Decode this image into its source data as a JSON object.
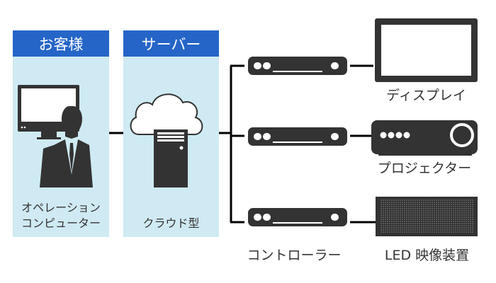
{
  "diagram": {
    "customer_panel": {
      "header": "お客様",
      "caption_line1": "オペレーション",
      "caption_line2": "コンピューター",
      "icon": "person-with-monitor-icon"
    },
    "server_panel": {
      "header": "サーバー",
      "caption": "クラウド型",
      "icon": "cloud-server-icon"
    },
    "controllers": {
      "label": "コントローラー",
      "count": 3,
      "icon": "controller-box-icon"
    },
    "outputs": [
      {
        "label": "ディスプレイ",
        "icon": "display-icon"
      },
      {
        "label": "プロジェクター",
        "icon": "projector-icon"
      },
      {
        "label": "LED 映像装置",
        "icon": "led-panel-icon"
      }
    ],
    "colors": {
      "header_blue": "#2565c7",
      "panel_bg": "#cfeaf2",
      "icon_dark": "#333333",
      "line": "#000000"
    }
  }
}
